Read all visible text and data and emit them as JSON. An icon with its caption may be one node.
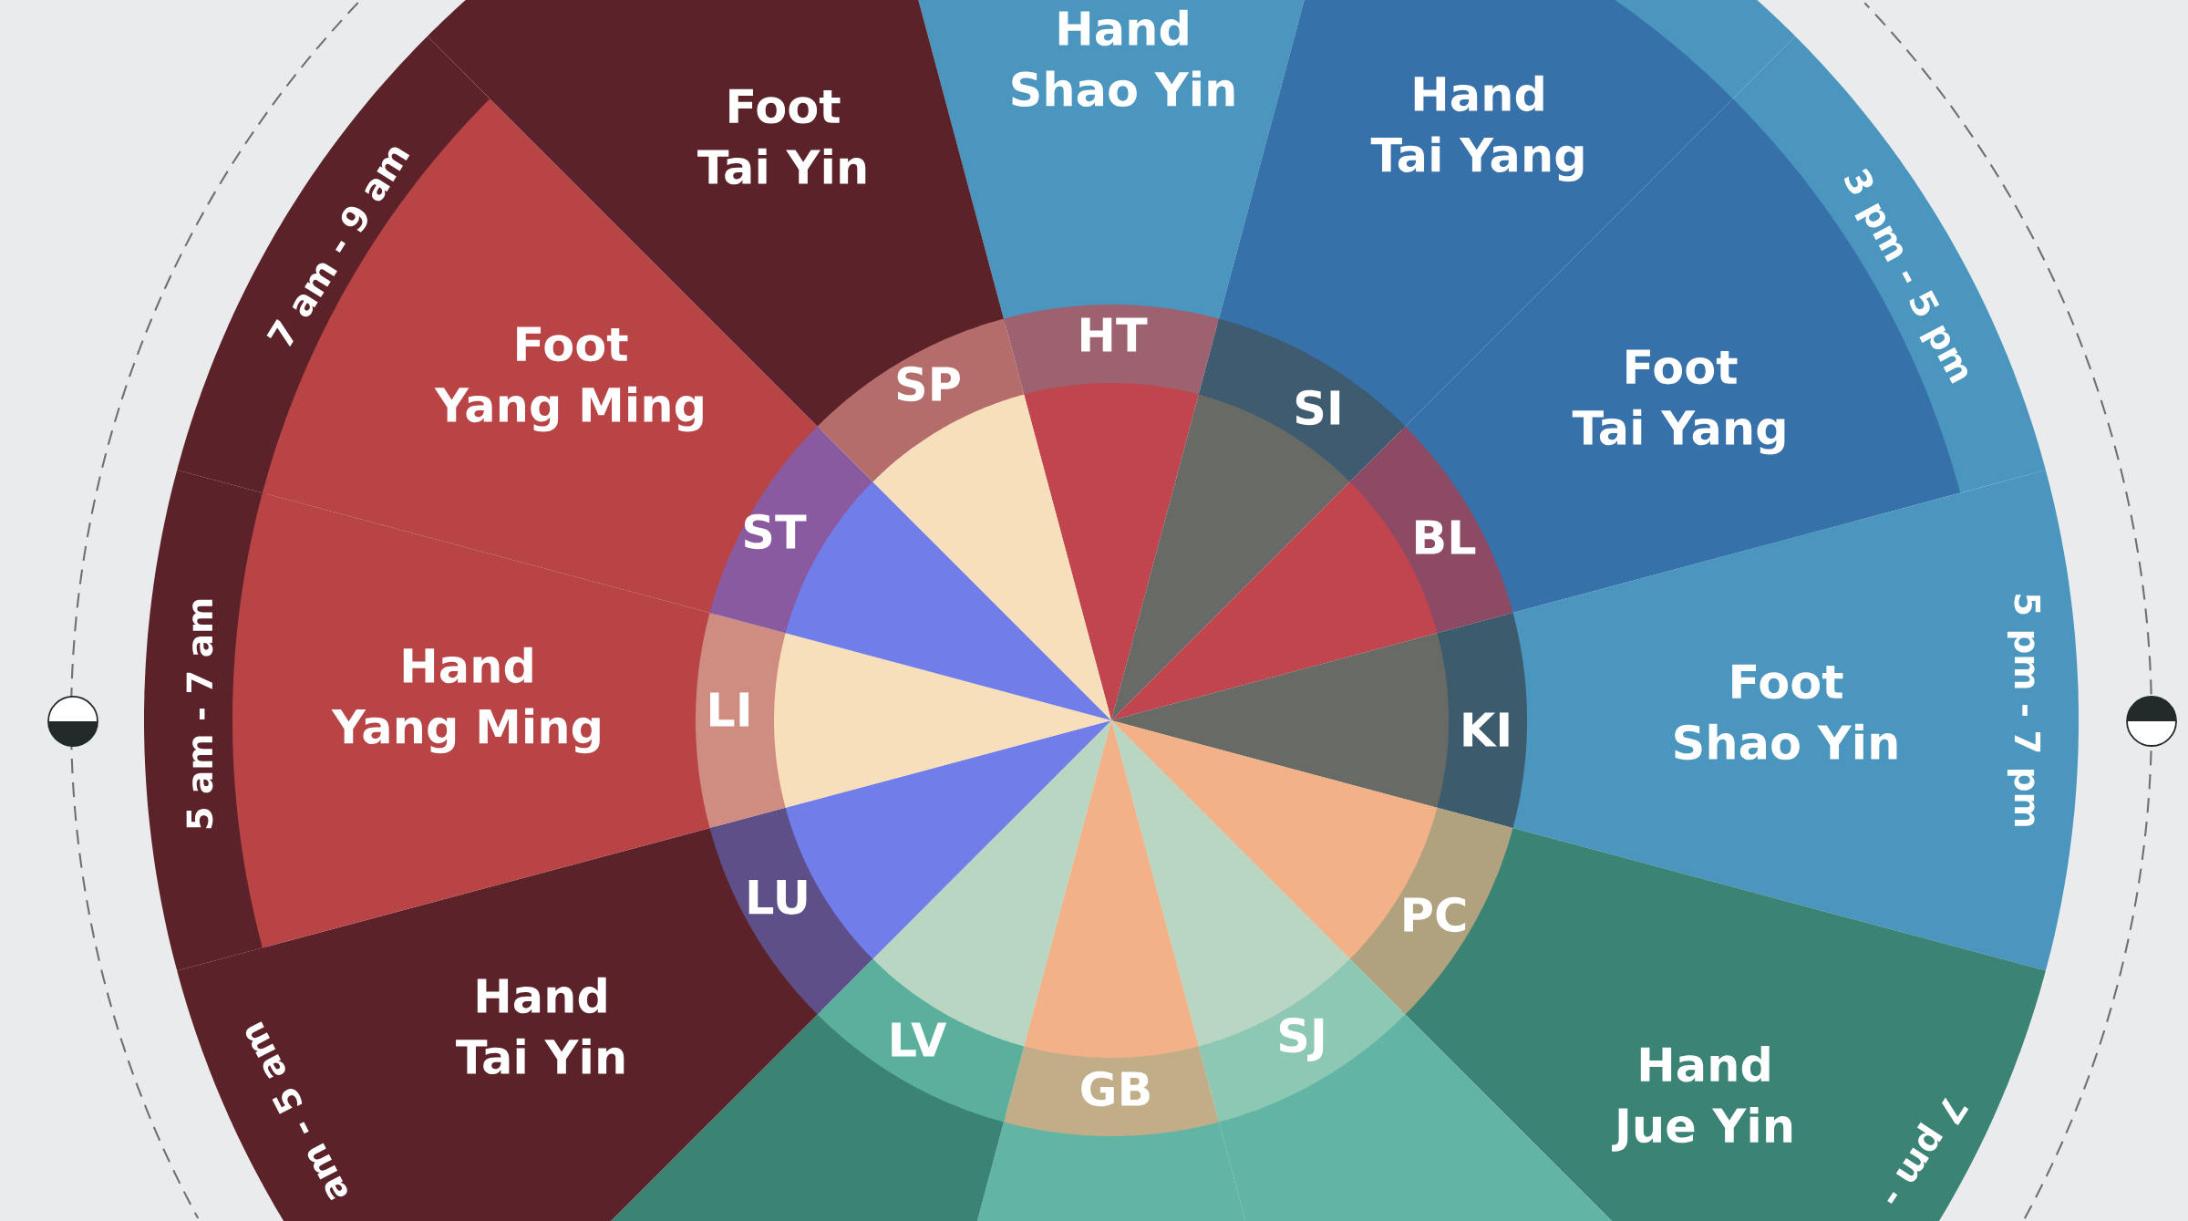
{
  "diagram": {
    "nodes": [
      {
        "text": [
          "Hand Shao Yin"
        ]
      },
      {
        "text": [
          "Hand Tai Yang"
        ]
      },
      {
        "text": [
          "Foot Tai Yang",
          "3 pm - 5 pm"
        ]
      },
      {
        "text": [
          "Foot Shao Yin",
          "5 pm - 7 pm"
        ]
      },
      {
        "text": [
          "Hand Jue Yin",
          "7 pm -"
        ]
      },
      {
        "text": [],
        "shape": "wedge"
      },
      {
        "text": [],
        "shape": "wedge"
      },
      {
        "text": [],
        "shape": "wedge"
      },
      {
        "text": [
          "Hand Tai Yin",
          "am - 5 am"
        ]
      },
      {
        "text": [
          "Hand Yang Ming",
          "5 am - 7 am"
        ]
      },
      {
        "text": [
          "Foot Yang Ming",
          "7 am - 9 am"
        ]
      },
      {
        "text": [
          "Foot Tai Yin"
        ]
      },
      {
        "text": [
          "HT"
        ]
      },
      {
        "text": [
          "SI"
        ]
      },
      {
        "text": [
          "BL"
        ]
      },
      {
        "text": [
          "KI"
        ]
      },
      {
        "text": [
          "PC"
        ]
      },
      {
        "text": [
          "SJ"
        ]
      },
      {
        "text": [
          "GB"
        ]
      },
      {
        "text": [
          "LV"
        ]
      },
      {
        "text": [
          "LU"
        ]
      },
      {
        "text": [
          "LI"
        ]
      },
      {
        "text": [
          "ST"
        ]
      },
      {
        "text": [
          "SP"
        ]
      }
    ]
  }
}
